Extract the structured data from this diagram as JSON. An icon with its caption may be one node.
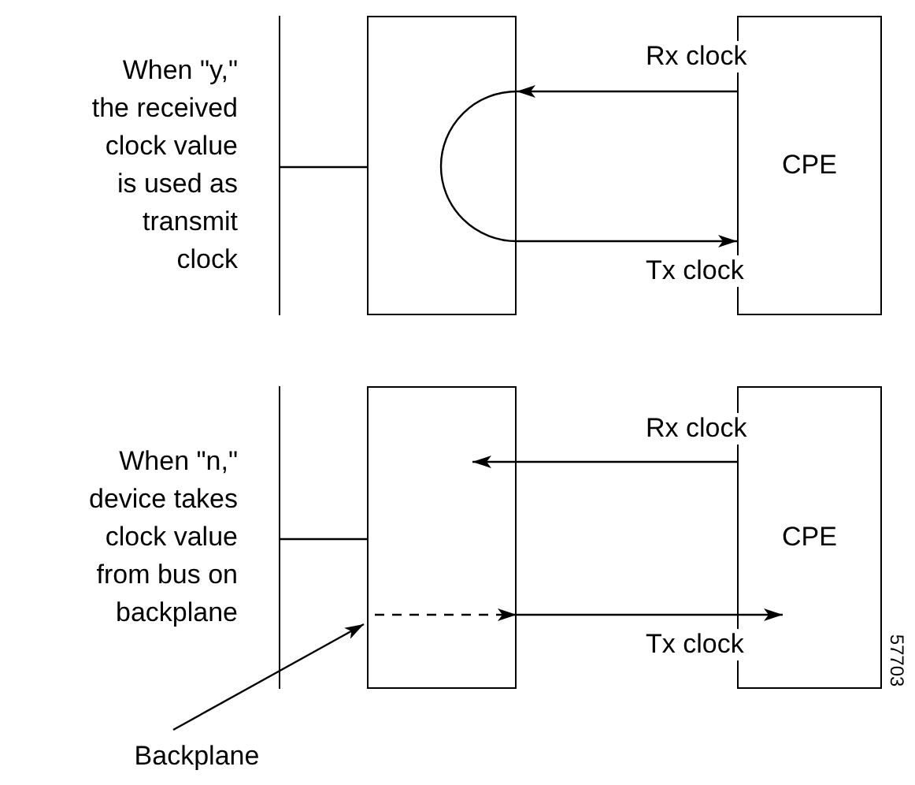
{
  "diagram": {
    "nodes": [
      {
        "text": [
          "When \"y,\" the received clock value is used as transmit clock"
        ]
      },
      {
        "text": [],
        "shape": "box"
      },
      {
        "text": [
          "CPE"
        ]
      },
      {
        "text": [
          "When  \"n,\" device takes clock value from bus on backplane"
        ]
      },
      {
        "text": [],
        "shape": "box"
      },
      {
        "text": [
          "CPE"
        ]
      },
      {
        "text": [
          "Backplane"
        ]
      }
    ],
    "edges": [
      {
        "from": 0,
        "to": 1,
        "arrow": "none"
      },
      {
        "from": 2,
        "to": 1,
        "arrow": "to",
        "label": "Rx clock"
      },
      {
        "from": 1,
        "to": 2,
        "arrow": "to",
        "label": "Tx clock"
      },
      {
        "from": 3,
        "to": 4,
        "arrow": "none"
      },
      {
        "from": 5,
        "to": 4,
        "arrow": "to",
        "label": "Rx clock"
      },
      {
        "from": null,
        "to": 4,
        "arrow": "to",
        "style": "dashed"
      },
      {
        "from": 4,
        "to": 5,
        "arrow": "to",
        "label": "Tx clock"
      },
      {
        "from": 6,
        "to": 4,
        "arrow": "to"
      }
    ],
    "labels": [
      "57703"
    ]
  }
}
